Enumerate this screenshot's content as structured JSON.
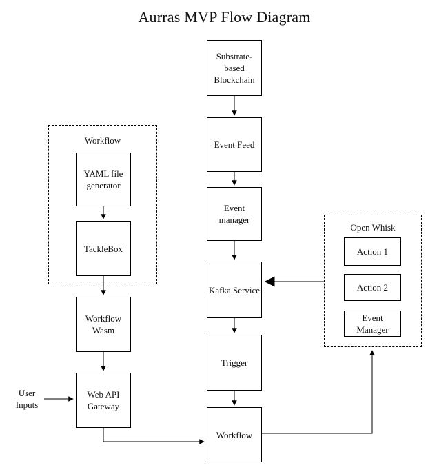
{
  "title": "Aurras MVP Flow Diagram",
  "colors": {
    "background": "#ffffff",
    "line": "#000000",
    "box_border": "#000000",
    "kafka_link_line": "#808080"
  },
  "groups": {
    "workflow": {
      "label": "Workflow"
    },
    "open_whisk": {
      "label": "Open Whisk"
    }
  },
  "nodes": {
    "substrate_blockchain": {
      "label": "Substrate-based Blockchain"
    },
    "event_feed": {
      "label": "Event Feed"
    },
    "event_manager": {
      "label": "Event manager"
    },
    "kafka_service": {
      "label": "Kafka Service"
    },
    "trigger": {
      "label": "Trigger"
    },
    "workflow": {
      "label": "Workflow"
    },
    "yaml_file_generator": {
      "label": "YAML file generator"
    },
    "tacklebox": {
      "label": "TackleBox"
    },
    "workflow_wasm": {
      "label": "Workflow Wasm"
    },
    "web_api_gateway": {
      "label": "Web API Gateway"
    },
    "action_1": {
      "label": "Action 1"
    },
    "action_2": {
      "label": "Action 2"
    },
    "openwhisk_event_manager": {
      "label": "Event Manager"
    }
  },
  "annotations": {
    "user_inputs": {
      "label": "User Inputs"
    }
  }
}
